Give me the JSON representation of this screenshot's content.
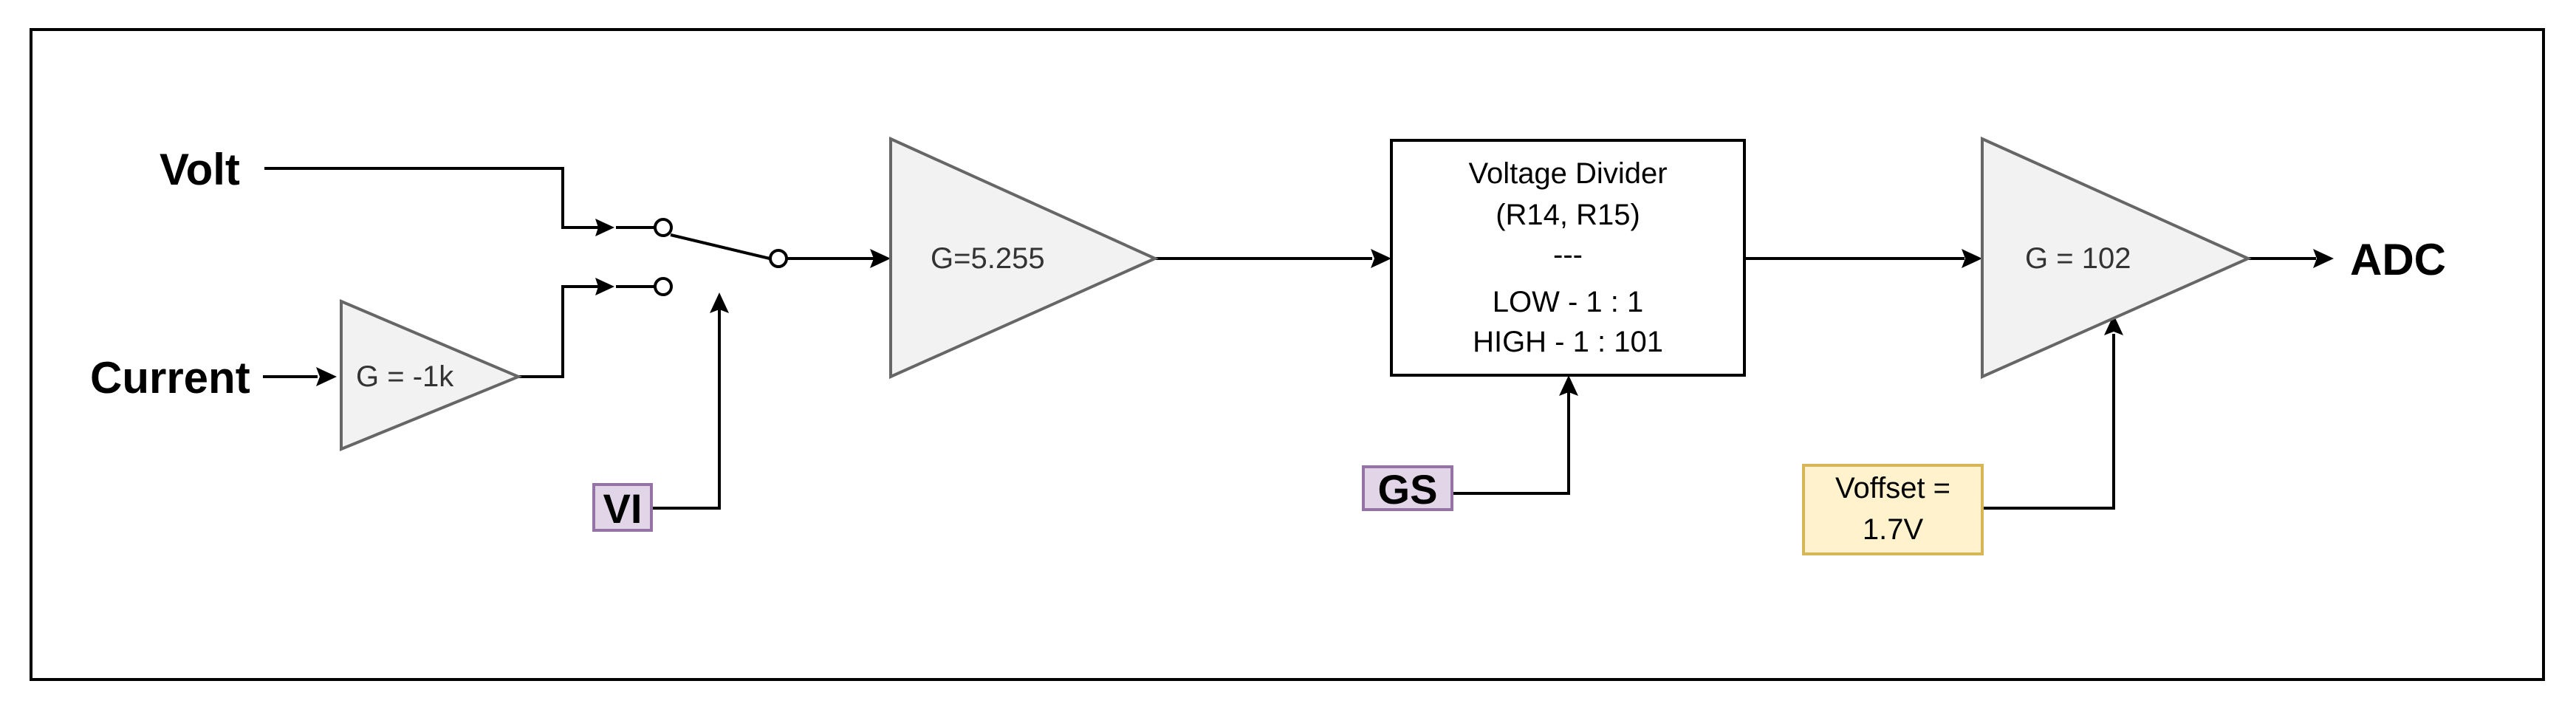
{
  "inputs": {
    "volt": "Volt",
    "current": "Current"
  },
  "output": "ADC",
  "amplifiers": {
    "current_amp": "G = -1k",
    "main_amp": "G=5.255",
    "output_amp": "G = 102"
  },
  "voltage_divider": {
    "lines": [
      "Voltage Divider",
      "(R14, R15)",
      "---",
      "LOW - 1 : 1",
      "HIGH - 1 : 101"
    ]
  },
  "control_signals": {
    "vi": "VI",
    "gs": "GS",
    "voffset": [
      "Voffset =",
      "1.7V"
    ]
  },
  "colors": {
    "amp_fill": "#f2f2f2",
    "signal_purple": "#e1d5e7",
    "signal_yellow": "#fff2cc"
  }
}
